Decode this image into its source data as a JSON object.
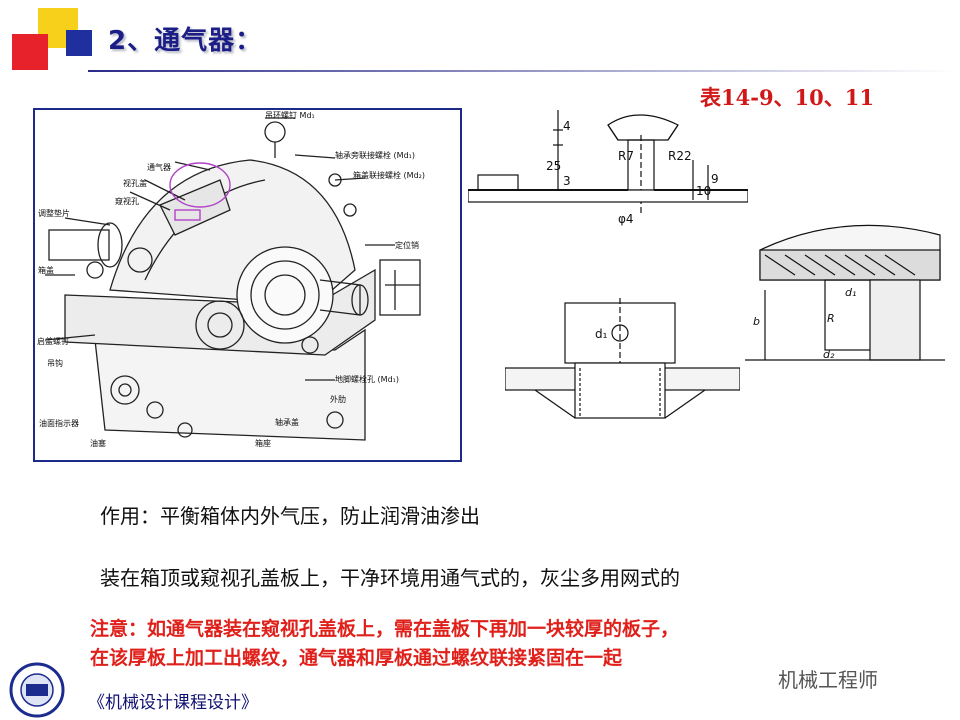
{
  "slide": {
    "title": "2、通气器：",
    "table_ref": "表14-9、10、11",
    "body": [
      "作用：平衡箱体内外气压，防止润滑油渗出",
      "装在箱顶或窥视孔盖板上，干净环境用通气式的，灰尘多用网式的"
    ],
    "note_lines": [
      "注意：如通气器装在窥视孔盖板上，需在盖板下再加一块较厚的板子，",
      "在该厚板上加工出螺纹，通气器和厚板通过螺纹联接紧固在一起"
    ],
    "course": "《机械设计课程设计》",
    "watermark": "机械工程师"
  },
  "gearbox_labels": [
    "吊环螺钉 Md₁",
    "通气器",
    "轴承旁联接螺栓 (Md₁)",
    "视孔盖",
    "箱盖联接螺栓 (Md₂)",
    "窥视孔",
    "调整垫片",
    "定位销",
    "箱盖",
    "启盖螺钉",
    "吊钩",
    "地脚螺栓孔 (Md₁)",
    "外肋",
    "轴承盖",
    "油面指示器",
    "油塞",
    "箱座"
  ],
  "dims_top": [
    "4",
    "25",
    "R7",
    "R22",
    "3",
    "10",
    "9",
    "φ4"
  ],
  "dims_mid": [
    "d₁"
  ],
  "dims_right": [
    "d₁",
    "b",
    "R",
    "d₂"
  ],
  "colors": {
    "title": "#1b1e86",
    "note": "#e0201a",
    "table_ref": "#d11818",
    "frame": "#1c2b8a"
  }
}
